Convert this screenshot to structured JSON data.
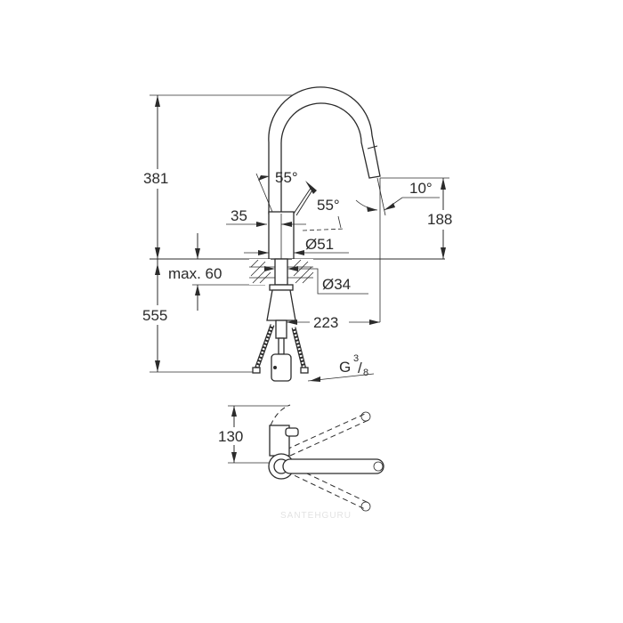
{
  "drawing": {
    "subject": "Kitchen faucet with pull-out spout — technical dimension drawing",
    "side_view": {
      "total_height": "381",
      "spout_height": "188",
      "spout_tilt_angle": "10°",
      "lever_angle_left": "55°",
      "lever_angle_right": "55°",
      "lever_offset": "35",
      "body_diameter": "Ø51",
      "mounting_hole_diameter": "Ø34",
      "max_deck_thickness": "max. 60",
      "hose_length": "555",
      "spout_reach": "223",
      "connection_thread_main": "G",
      "connection_thread_fraction_num": "3",
      "connection_thread_fraction_den": "8"
    },
    "top_view": {
      "lever_depth": "130"
    },
    "watermark": "SANTEHGURU"
  }
}
